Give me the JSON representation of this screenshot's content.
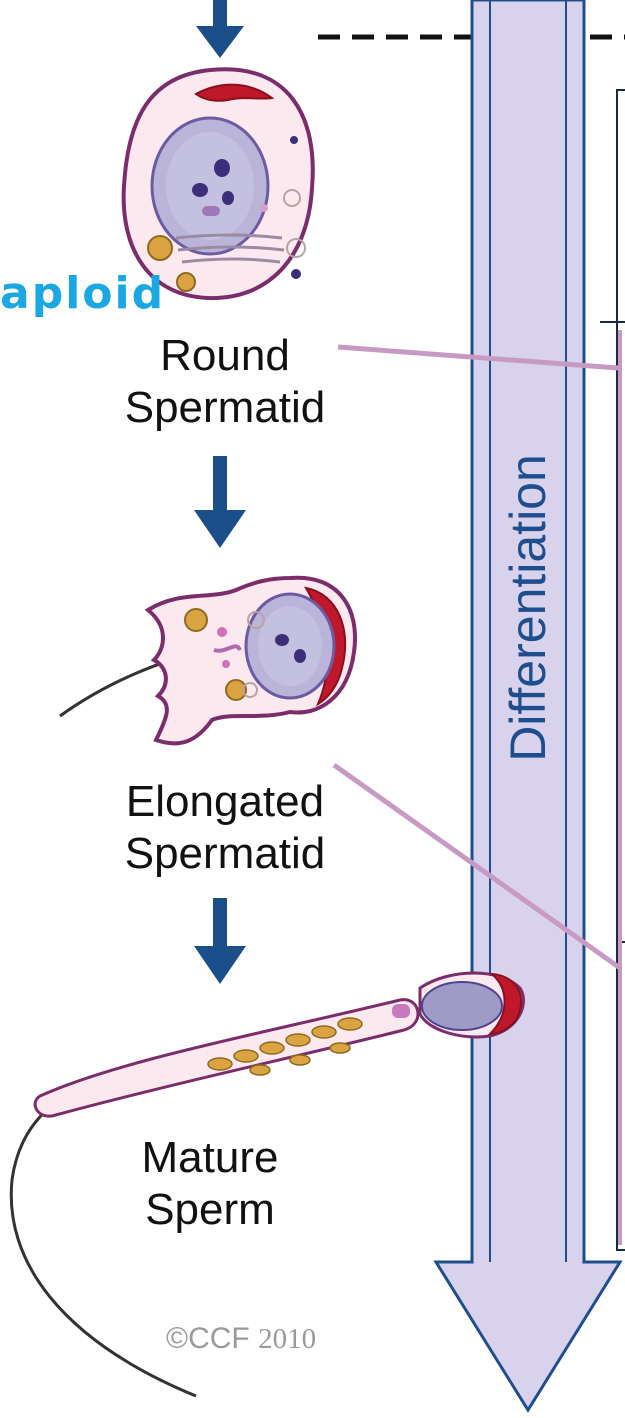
{
  "labels": {
    "haploid": "aploid",
    "round_spermatid": [
      "Round",
      "Spermatid"
    ],
    "elongated_spermatid": [
      "Elongated",
      "Spermatid"
    ],
    "mature_sperm": [
      "Mature",
      "Sperm"
    ],
    "differentiation": "Differentiation",
    "copyright_mark": "©CCF",
    "copyright_year": "2010"
  },
  "colors": {
    "arrow_blue": "#1b4f8a",
    "diff_band": "#d8d2ec",
    "diff_border": "#1f4e8f",
    "haploid_text": "#1aa7e3",
    "connector": "#c79ac4",
    "cell_fill": "#fbe9ef",
    "cell_outline": "#7b2d6b",
    "nucleus": "#b9b4d8",
    "acrosome": "#c0182b",
    "mitochondria": "#d9a441"
  },
  "icons": [
    "down-arrow-icon",
    "round-spermatid-cell",
    "elongated-spermatid-cell",
    "mature-sperm-cell"
  ]
}
